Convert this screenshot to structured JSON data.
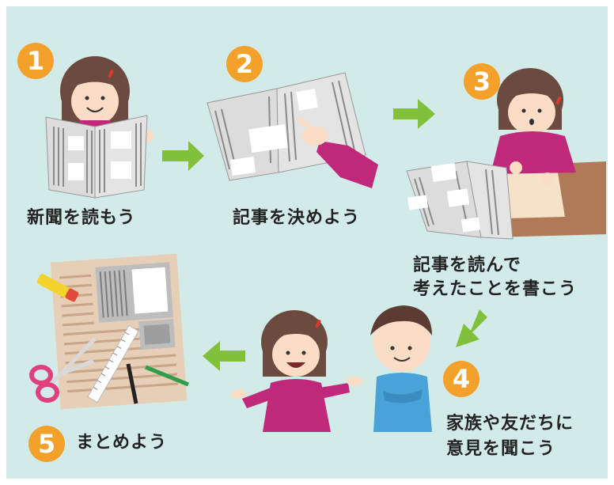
{
  "colors": {
    "background": "#d3ebe8",
    "badge": "#f4a12c",
    "arrow": "#82c03c",
    "sweater": "#c0297a",
    "newspaper": "#dcdcdc",
    "desk": "#b07a58"
  },
  "steps": [
    {
      "number": "1",
      "lines": [
        "新聞を読もう"
      ]
    },
    {
      "number": "2",
      "lines": [
        "記事を決めよう"
      ]
    },
    {
      "number": "3",
      "lines": [
        "記事を読んで",
        "考えたことを書こう"
      ]
    },
    {
      "number": "4",
      "lines": [
        "家族や友だちに",
        "意見を聞こう"
      ]
    },
    {
      "number": "5",
      "lines": [
        "まとめよう"
      ]
    }
  ]
}
